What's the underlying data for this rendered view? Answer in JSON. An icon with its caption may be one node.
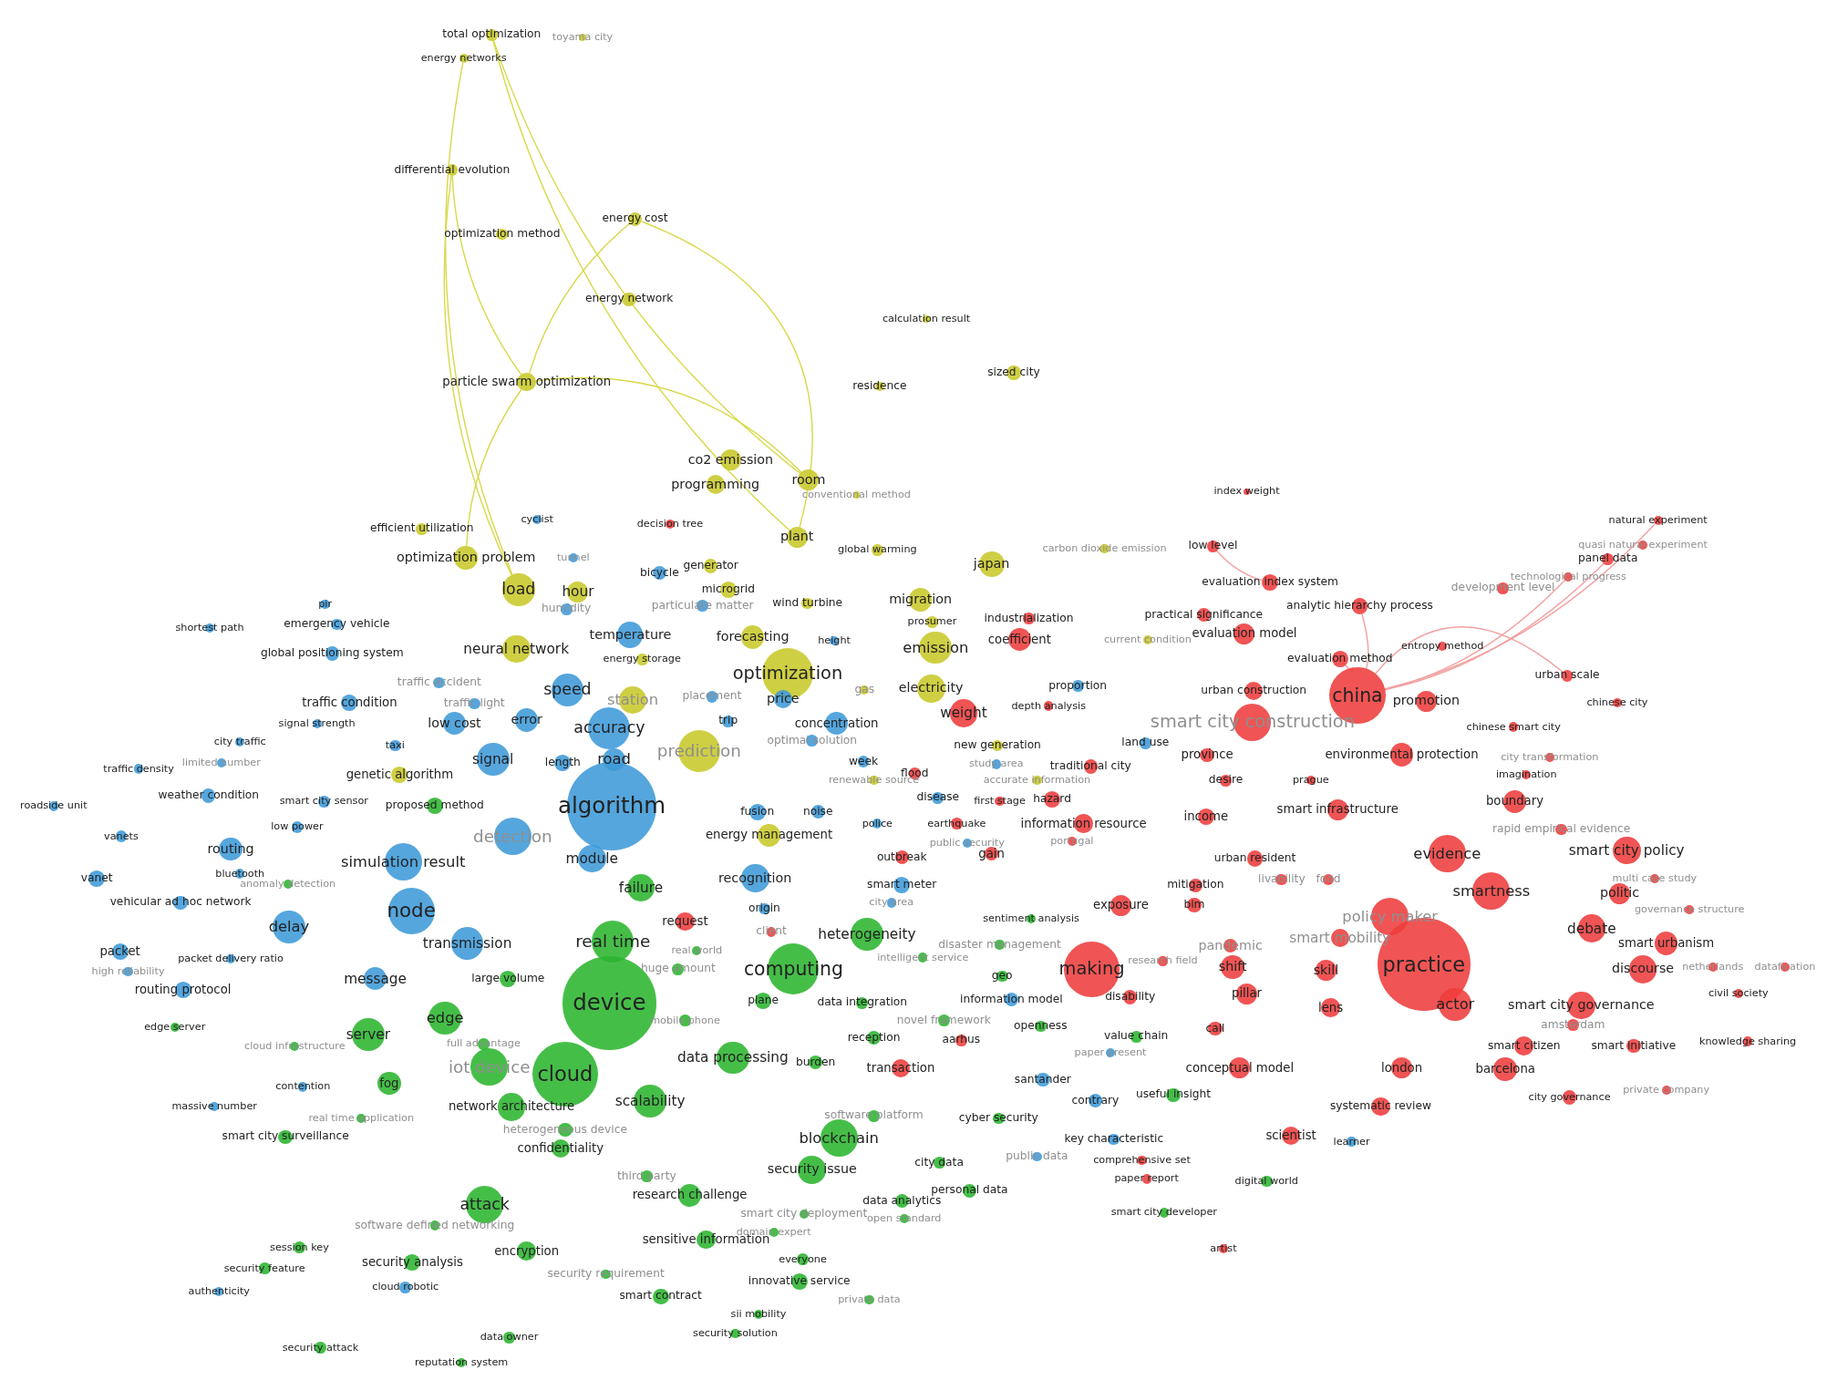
{
  "diagram": {
    "nodes": [
      {
        "text": [
          "total optimization"
        ]
      },
      {
        "text": [
          "toyama city"
        ]
      },
      {
        "text": [
          "energy networks"
        ]
      },
      {
        "text": [
          "differential evolution"
        ]
      },
      {
        "text": [
          "energy cost"
        ]
      },
      {
        "text": [
          "optimization method"
        ]
      },
      {
        "text": [
          "energy network"
        ]
      },
      {
        "text": [
          "calculation result"
        ]
      },
      {
        "text": [
          "residence"
        ]
      },
      {
        "text": [
          "sized city"
        ]
      },
      {
        "text": [
          "particle swarm optimization"
        ]
      },
      {
        "text": [
          "co2 emission"
        ]
      },
      {
        "text": [
          "programming"
        ]
      },
      {
        "text": [
          "room"
        ]
      },
      {
        "text": [
          "index weight"
        ]
      },
      {
        "text": [
          "conventional method"
        ]
      },
      {
        "text": [
          "efficient utilization"
        ]
      },
      {
        "text": [
          "cyclist"
        ]
      },
      {
        "text": [
          "decision tree"
        ]
      },
      {
        "text": [
          "plant"
        ]
      },
      {
        "text": [
          "global warming"
        ]
      },
      {
        "text": [
          "carbon dioxide emission"
        ]
      },
      {
        "text": [
          "low level"
        ]
      },
      {
        "text": [
          "natural experiment"
        ]
      },
      {
        "text": [
          "quasi natural experiment"
        ]
      },
      {
        "text": [
          "optimization problem"
        ]
      },
      {
        "text": [
          "tunnel"
        ]
      },
      {
        "text": [
          "generator"
        ]
      },
      {
        "text": [
          "japan"
        ]
      },
      {
        "text": [
          "panel data"
        ]
      },
      {
        "text": [
          "technological progress"
        ]
      },
      {
        "text": [
          "evaluation index system"
        ]
      },
      {
        "text": [
          "bicycle"
        ]
      },
      {
        "text": [
          "load"
        ]
      },
      {
        "text": [
          "hour"
        ]
      },
      {
        "text": [
          "microgrid"
        ]
      },
      {
        "text": [
          "wind turbine"
        ]
      },
      {
        "text": [
          "migration"
        ]
      },
      {
        "text": [
          "development level"
        ]
      },
      {
        "text": [
          "analytic hierarchy process"
        ]
      },
      {
        "text": [
          "pir"
        ]
      },
      {
        "text": [
          "humidity"
        ]
      },
      {
        "text": [
          "particulate matter"
        ]
      },
      {
        "text": [
          "industrialization"
        ]
      },
      {
        "text": [
          "practical significance"
        ]
      },
      {
        "text": [
          "shortest path"
        ]
      },
      {
        "text": [
          "emergency vehicle"
        ]
      },
      {
        "text": [
          "temperature"
        ]
      },
      {
        "text": [
          "forecasting"
        ]
      },
      {
        "text": [
          "height"
        ]
      },
      {
        "text": [
          "prosumer"
        ]
      },
      {
        "text": [
          "coefficient"
        ]
      },
      {
        "text": [
          "current condition"
        ]
      },
      {
        "text": [
          "evaluation model"
        ]
      },
      {
        "text": [
          "entropy method"
        ]
      },
      {
        "text": [
          "neural network"
        ]
      },
      {
        "text": [
          "energy storage"
        ]
      },
      {
        "text": [
          "emission"
        ]
      },
      {
        "text": [
          "global positioning system"
        ]
      },
      {
        "text": [
          "evaluation method"
        ]
      },
      {
        "text": [
          "optimization"
        ]
      },
      {
        "text": [
          "urban scale"
        ]
      },
      {
        "text": [
          "traffic accident"
        ]
      },
      {
        "text": [
          "speed"
        ]
      },
      {
        "text": [
          "station"
        ]
      },
      {
        "text": [
          "electricity"
        ]
      },
      {
        "text": [
          "urban construction"
        ]
      },
      {
        "text": [
          "china"
        ]
      },
      {
        "text": [
          "promotion"
        ]
      },
      {
        "text": [
          "chinese city"
        ]
      },
      {
        "text": [
          "traffic condition"
        ]
      },
      {
        "text": [
          "traffic light"
        ]
      },
      {
        "text": [
          "placement"
        ]
      },
      {
        "text": [
          "price"
        ]
      },
      {
        "text": [
          "gas"
        ]
      },
      {
        "text": [
          "weight"
        ]
      },
      {
        "text": [
          "proportion"
        ]
      },
      {
        "text": [
          "depth analysis"
        ]
      },
      {
        "text": [
          "smart city construction"
        ]
      },
      {
        "text": [
          "low cost"
        ]
      },
      {
        "text": [
          "error"
        ]
      },
      {
        "text": [
          "accuracy"
        ]
      },
      {
        "text": [
          "signal strength"
        ]
      },
      {
        "text": [
          "trip"
        ]
      },
      {
        "text": [
          "concentration"
        ]
      },
      {
        "text": [
          "chinese smart city"
        ]
      },
      {
        "text": [
          "city traffic"
        ]
      },
      {
        "text": [
          "taxi"
        ]
      },
      {
        "text": [
          "new generation"
        ]
      },
      {
        "text": [
          "land use"
        ]
      },
      {
        "text": [
          "province"
        ]
      },
      {
        "text": [
          "environmental protection"
        ]
      },
      {
        "text": [
          "city transformation"
        ]
      },
      {
        "text": [
          "traffic density"
        ]
      },
      {
        "text": [
          "limited number"
        ]
      },
      {
        "text": [
          "genetic algorithm"
        ]
      },
      {
        "text": [
          "signal"
        ]
      },
      {
        "text": [
          "length"
        ]
      },
      {
        "text": [
          "road"
        ]
      },
      {
        "text": [
          "prediction"
        ]
      },
      {
        "text": [
          "optimal solution"
        ]
      },
      {
        "text": [
          "week"
        ]
      },
      {
        "text": [
          "study area"
        ]
      },
      {
        "text": [
          "traditional city"
        ]
      },
      {
        "text": [
          "desire"
        ]
      },
      {
        "text": [
          "prague"
        ]
      },
      {
        "text": [
          "imagination"
        ]
      },
      {
        "text": [
          "flood"
        ]
      },
      {
        "text": [
          "renewable source"
        ]
      },
      {
        "text": [
          "accurate information"
        ]
      },
      {
        "text": [
          "roadside unit"
        ]
      },
      {
        "text": [
          "weather condition"
        ]
      },
      {
        "text": [
          "smart city sensor"
        ]
      },
      {
        "text": [
          "proposed method"
        ]
      },
      {
        "text": [
          "algorithm"
        ]
      },
      {
        "text": [
          "fusion"
        ]
      },
      {
        "text": [
          "noise"
        ]
      },
      {
        "text": [
          "disease"
        ]
      },
      {
        "text": [
          "first stage"
        ]
      },
      {
        "text": [
          "hazard"
        ]
      },
      {
        "text": [
          "income"
        ]
      },
      {
        "text": [
          "smart infrastructure"
        ]
      },
      {
        "text": [
          "boundary"
        ]
      },
      {
        "text": [
          "low power"
        ]
      },
      {
        "text": [
          "detection"
        ]
      },
      {
        "text": [
          "energy management"
        ]
      },
      {
        "text": [
          "police"
        ]
      },
      {
        "text": [
          "earthquake"
        ]
      },
      {
        "text": [
          "information resource"
        ]
      },
      {
        "text": [
          "rapid empirical evidence"
        ]
      },
      {
        "text": [
          "portugal"
        ]
      },
      {
        "text": [
          "public security"
        ]
      },
      {
        "text": [
          "vanets"
        ]
      },
      {
        "text": [
          "routing"
        ]
      },
      {
        "text": [
          "simulation result"
        ]
      },
      {
        "text": [
          "module"
        ]
      },
      {
        "text": [
          "outbreak"
        ]
      },
      {
        "text": [
          "gain"
        ]
      },
      {
        "text": [
          "urban resident"
        ]
      },
      {
        "text": [
          "evidence"
        ]
      },
      {
        "text": [
          "smart city policy"
        ]
      },
      {
        "text": [
          "bluetooth"
        ]
      },
      {
        "text": [
          "anomaly detection"
        ]
      },
      {
        "text": [
          "vanet"
        ]
      },
      {
        "text": [
          "livability"
        ]
      },
      {
        "text": [
          "food"
        ]
      },
      {
        "text": [
          "multi case study"
        ]
      },
      {
        "text": [
          "recognition"
        ]
      },
      {
        "text": [
          "failure"
        ]
      },
      {
        "text": [
          "smart meter"
        ]
      },
      {
        "text": [
          "mitigation"
        ]
      },
      {
        "text": [
          "smartness"
        ]
      },
      {
        "text": [
          "vehicular ad hoc network"
        ]
      },
      {
        "text": [
          "city area"
        ]
      },
      {
        "text": [
          "exposure"
        ]
      },
      {
        "text": [
          "bim"
        ]
      },
      {
        "text": [
          "politic"
        ]
      },
      {
        "text": [
          "governance structure"
        ]
      },
      {
        "text": [
          "origin"
        ]
      },
      {
        "text": [
          "node"
        ]
      },
      {
        "text": [
          "sentiment analysis"
        ]
      },
      {
        "text": [
          "policy maker"
        ]
      },
      {
        "text": [
          "delay"
        ]
      },
      {
        "text": [
          "request"
        ]
      },
      {
        "text": [
          "real world"
        ]
      },
      {
        "text": [
          "client"
        ]
      },
      {
        "text": [
          "heterogeneity"
        ]
      },
      {
        "text": [
          "debate"
        ]
      },
      {
        "text": [
          "transmission"
        ]
      },
      {
        "text": [
          "real time"
        ]
      },
      {
        "text": [
          "disaster management"
        ]
      },
      {
        "text": [
          "pandemic"
        ]
      },
      {
        "text": [
          "smart mobility"
        ]
      },
      {
        "text": [
          "packet"
        ]
      },
      {
        "text": [
          "packet delivery ratio"
        ]
      },
      {
        "text": [
          "smart urbanism"
        ]
      },
      {
        "text": [
          "high reliability"
        ]
      },
      {
        "text": [
          "intelligent service"
        ]
      },
      {
        "text": [
          "research field"
        ]
      },
      {
        "text": [
          "making"
        ]
      },
      {
        "text": [
          "shift"
        ]
      },
      {
        "text": [
          "skill"
        ]
      },
      {
        "text": [
          "practice"
        ]
      },
      {
        "text": [
          "discourse"
        ]
      },
      {
        "text": [
          "netherlands"
        ]
      },
      {
        "text": [
          "datafication"
        ]
      },
      {
        "text": [
          "message"
        ]
      },
      {
        "text": [
          "large volume"
        ]
      },
      {
        "text": [
          "huge amount"
        ]
      },
      {
        "text": [
          "computing"
        ]
      },
      {
        "text": [
          "geo"
        ]
      },
      {
        "text": [
          "routing protocol"
        ]
      },
      {
        "text": [
          "device"
        ]
      },
      {
        "text": [
          "plane"
        ]
      },
      {
        "text": [
          "data integration"
        ]
      },
      {
        "text": [
          "information model"
        ]
      },
      {
        "text": [
          "disability"
        ]
      },
      {
        "text": [
          "pillar"
        ]
      },
      {
        "text": [
          "lens"
        ]
      },
      {
        "text": [
          "actor"
        ]
      },
      {
        "text": [
          "smart city governance"
        ]
      },
      {
        "text": [
          "civil society"
        ]
      },
      {
        "text": [
          "edge"
        ]
      },
      {
        "text": [
          "mobile phone"
        ]
      },
      {
        "text": [
          "novel framework"
        ]
      },
      {
        "text": [
          "aarhus"
        ]
      },
      {
        "text": [
          "openness"
        ]
      },
      {
        "text": [
          "amsterdam"
        ]
      },
      {
        "text": [
          "edge server"
        ]
      },
      {
        "text": [
          "server"
        ]
      },
      {
        "text": [
          "cloud infrastructure"
        ]
      },
      {
        "text": [
          "full advantage"
        ]
      },
      {
        "text": [
          "reception"
        ]
      },
      {
        "text": [
          "value chain"
        ]
      },
      {
        "text": [
          "call"
        ]
      },
      {
        "text": [
          "smart citizen"
        ]
      },
      {
        "text": [
          "smart initiative"
        ]
      },
      {
        "text": [
          "knowledge sharing"
        ]
      },
      {
        "text": [
          "iot device"
        ]
      },
      {
        "text": [
          "cloud"
        ]
      },
      {
        "text": [
          "data processing"
        ]
      },
      {
        "text": [
          "burden"
        ]
      },
      {
        "text": [
          "transaction"
        ]
      },
      {
        "text": [
          "paper present"
        ]
      },
      {
        "text": [
          "conceptual model"
        ]
      },
      {
        "text": [
          "london"
        ]
      },
      {
        "text": [
          "barcelona"
        ]
      },
      {
        "text": [
          "contention"
        ]
      },
      {
        "text": [
          "fog"
        ]
      },
      {
        "text": [
          "santander"
        ]
      },
      {
        "text": [
          "useful insight"
        ]
      },
      {
        "text": [
          "contrary"
        ]
      },
      {
        "text": [
          "systematic review"
        ]
      },
      {
        "text": [
          "city governance"
        ]
      },
      {
        "text": [
          "private company"
        ]
      },
      {
        "text": [
          "massive number"
        ]
      },
      {
        "text": [
          "network architecture"
        ]
      },
      {
        "text": [
          "scalability"
        ]
      },
      {
        "text": [
          "software platform"
        ]
      },
      {
        "text": [
          "real time application"
        ]
      },
      {
        "text": [
          "heterogeneous device"
        ]
      },
      {
        "text": [
          "smart city surveillance"
        ]
      },
      {
        "text": [
          "blockchain"
        ]
      },
      {
        "text": [
          "cyber security"
        ]
      },
      {
        "text": [
          "key characteristic"
        ]
      },
      {
        "text": [
          "scientist"
        ]
      },
      {
        "text": [
          "learner"
        ]
      },
      {
        "text": [
          "confidentiality"
        ]
      },
      {
        "text": [
          "third party"
        ]
      },
      {
        "text": [
          "city data"
        ]
      },
      {
        "text": [
          "public data"
        ]
      },
      {
        "text": [
          "comprehensive set"
        ]
      },
      {
        "text": [
          "security issue"
        ]
      },
      {
        "text": [
          "research challenge"
        ]
      },
      {
        "text": [
          "attack"
        ]
      },
      {
        "text": [
          "smart city deployment"
        ]
      },
      {
        "text": [
          "data analytics"
        ]
      },
      {
        "text": [
          "personal data"
        ]
      },
      {
        "text": [
          "paper report"
        ]
      },
      {
        "text": [
          "digital world"
        ]
      },
      {
        "text": [
          "domain expert"
        ]
      },
      {
        "text": [
          "open standard"
        ]
      },
      {
        "text": [
          "software defined networking"
        ]
      },
      {
        "text": [
          "smart city developer"
        ]
      },
      {
        "text": [
          "sensitive information"
        ]
      },
      {
        "text": [
          "session key"
        ]
      },
      {
        "text": [
          "encryption"
        ]
      },
      {
        "text": [
          "artist"
        ]
      },
      {
        "text": [
          "security analysis"
        ]
      },
      {
        "text": [
          "everyone"
        ]
      },
      {
        "text": [
          "security feature"
        ]
      },
      {
        "text": [
          "security requirement"
        ]
      },
      {
        "text": [
          "innovative service"
        ]
      },
      {
        "text": [
          "authenticity"
        ]
      },
      {
        "text": [
          "cloud robotic"
        ]
      },
      {
        "text": [
          "smart contract"
        ]
      },
      {
        "text": [
          "private data"
        ]
      },
      {
        "text": [
          "sii mobility"
        ]
      },
      {
        "text": [
          "data owner"
        ]
      },
      {
        "text": [
          "security solution"
        ]
      },
      {
        "text": [
          "security attack"
        ]
      },
      {
        "text": [
          "reputation system"
        ]
      }
    ],
    "edges": [
      {
        "from": 0,
        "to": 19,
        "arrow": "none",
        "color": "#d8d84a"
      },
      {
        "from": 0,
        "to": 13,
        "arrow": "none",
        "color": "#d8d84a"
      },
      {
        "from": 2,
        "to": 33,
        "arrow": "none",
        "color": "#d8d84a"
      },
      {
        "from": 3,
        "to": 10,
        "arrow": "none",
        "color": "#d8d84a"
      },
      {
        "from": 3,
        "to": 33,
        "arrow": "none",
        "color": "#d8d84a"
      },
      {
        "from": 4,
        "to": 10,
        "arrow": "none",
        "color": "#d8d84a"
      },
      {
        "from": 4,
        "to": 19,
        "arrow": "none",
        "color": "#d8d84a"
      },
      {
        "from": 10,
        "to": 13,
        "arrow": "none",
        "color": "#d8d84a"
      },
      {
        "from": 10,
        "to": 25,
        "arrow": "none",
        "color": "#d8d84a"
      },
      {
        "from": 67,
        "to": 23,
        "arrow": "none",
        "color": "#f2a0a0"
      },
      {
        "from": 67,
        "to": 29,
        "arrow": "none",
        "color": "#f2a0a0"
      },
      {
        "from": 67,
        "to": 30,
        "arrow": "none",
        "color": "#f2a0a0"
      },
      {
        "from": 67,
        "to": 61,
        "arrow": "none",
        "color": "#f2a0a0"
      },
      {
        "from": 67,
        "to": 59,
        "arrow": "none",
        "color": "#f2a0a0"
      },
      {
        "from": 67,
        "to": 39,
        "arrow": "none",
        "color": "#f2a0a0"
      },
      {
        "from": 22,
        "to": 31,
        "arrow": "none",
        "color": "#f2a0a0"
      }
    ]
  }
}
